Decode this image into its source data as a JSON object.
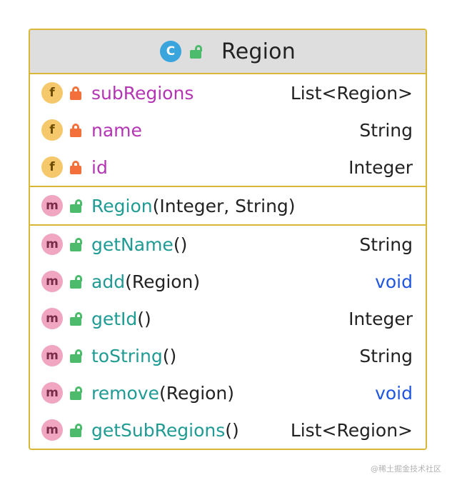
{
  "diagram": {
    "type": "uml-class",
    "header": {
      "stereotype_badge": "C",
      "visibility_icon": "unlocked-icon",
      "title": "Region"
    },
    "colors": {
      "border": "#d8b836",
      "header_bg": "#dedede",
      "field_name": "#b435b4",
      "method_name": "#1f9b94",
      "void_type": "#1f56e0",
      "class_badge": "#39a5dc",
      "field_badge": "#f5c96b",
      "method_badge": "#f0a6c0",
      "lock_private": "#f4703a",
      "lock_public": "#4cbb6c"
    },
    "sections": [
      {
        "kind": "fields",
        "rows": [
          {
            "badge": "f",
            "badge_kind": "field-icon",
            "lock": "locked-icon",
            "visibility": "private",
            "name": "subRegions",
            "params": "",
            "type": "List<Region>"
          },
          {
            "badge": "f",
            "badge_kind": "field-icon",
            "lock": "locked-icon",
            "visibility": "private",
            "name": "name",
            "params": "",
            "type": "String"
          },
          {
            "badge": "f",
            "badge_kind": "field-icon",
            "lock": "locked-icon",
            "visibility": "private",
            "name": "id",
            "params": "",
            "type": "Integer"
          }
        ]
      },
      {
        "kind": "constructors",
        "rows": [
          {
            "badge": "m",
            "badge_kind": "method-icon",
            "lock": "unlocked-icon",
            "visibility": "public",
            "name": "Region",
            "params": "(Integer, String)",
            "type": ""
          }
        ]
      },
      {
        "kind": "methods",
        "rows": [
          {
            "badge": "m",
            "badge_kind": "method-icon",
            "lock": "unlocked-icon",
            "visibility": "public",
            "name": "getName",
            "params": "()",
            "type": "String"
          },
          {
            "badge": "m",
            "badge_kind": "method-icon",
            "lock": "unlocked-icon",
            "visibility": "public",
            "name": "add",
            "params": "(Region)",
            "type": "void"
          },
          {
            "badge": "m",
            "badge_kind": "method-icon",
            "lock": "unlocked-icon",
            "visibility": "public",
            "name": "getId",
            "params": "()",
            "type": "Integer"
          },
          {
            "badge": "m",
            "badge_kind": "method-icon",
            "lock": "unlocked-icon",
            "visibility": "public",
            "name": "toString",
            "params": "()",
            "type": "String"
          },
          {
            "badge": "m",
            "badge_kind": "method-icon",
            "lock": "unlocked-icon",
            "visibility": "public",
            "name": "remove",
            "params": "(Region)",
            "type": "void"
          },
          {
            "badge": "m",
            "badge_kind": "method-icon",
            "lock": "unlocked-icon",
            "visibility": "public",
            "name": "getSubRegions",
            "params": "()",
            "type": "List<Region>"
          }
        ]
      }
    ]
  },
  "watermark": "@稀土掘金技术社区"
}
